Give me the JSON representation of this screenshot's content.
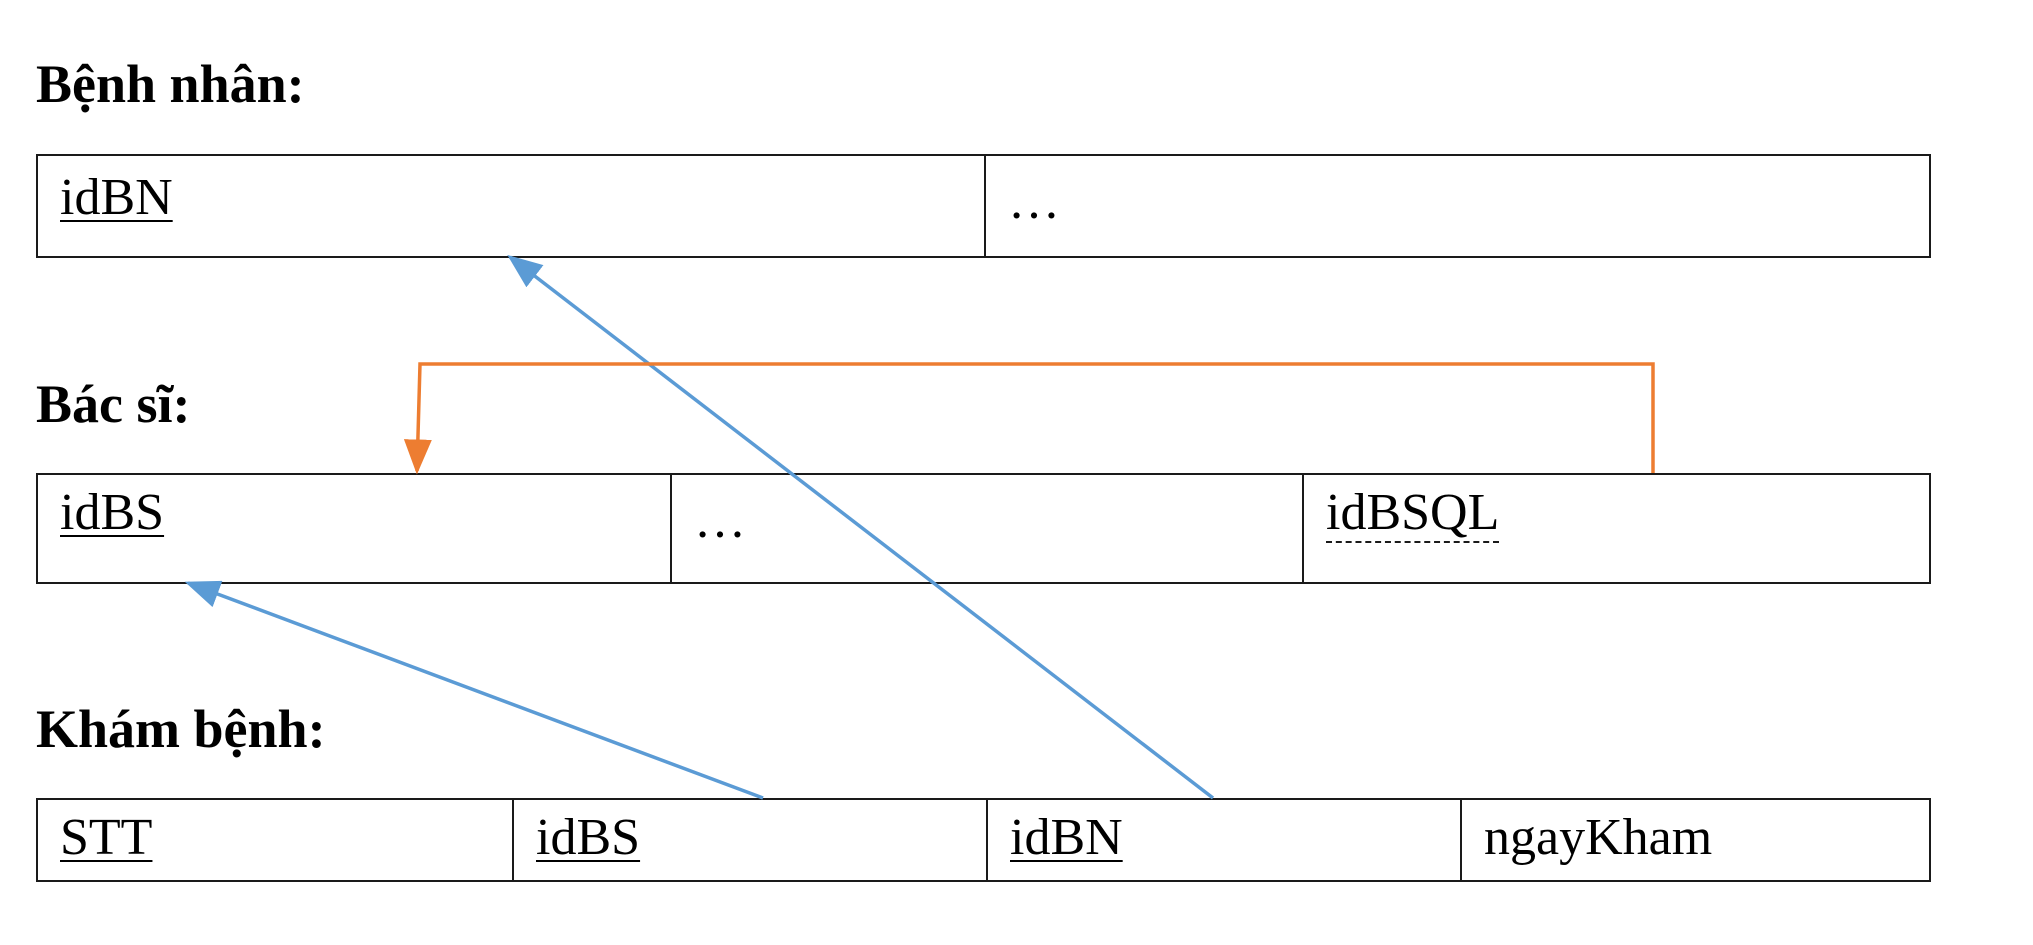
{
  "entities": {
    "benh_nhan": {
      "title": "Bệnh nhân:",
      "cols": [
        {
          "label": "idBN",
          "key": "pk"
        },
        {
          "label": "…",
          "key": "none"
        }
      ]
    },
    "bac_si": {
      "title": "Bác sĩ:",
      "cols": [
        {
          "label": "idBS",
          "key": "pk"
        },
        {
          "label": "…",
          "key": "none"
        },
        {
          "label": "idBSQL",
          "key": "fk"
        }
      ]
    },
    "kham_benh": {
      "title": "Khám bệnh:",
      "cols": [
        {
          "label": "STT",
          "key": "pk"
        },
        {
          "label": "idBS",
          "key": "pk"
        },
        {
          "label": "idBN",
          "key": "pk"
        },
        {
          "label": "ngayKham",
          "key": "none"
        }
      ]
    }
  },
  "relations": [
    {
      "from": "kham_benh.idBS",
      "to": "bac_si.idBS",
      "color": "#5b9bd5"
    },
    {
      "from": "kham_benh.idBN",
      "to": "benh_nhan.idBN",
      "color": "#5b9bd5"
    },
    {
      "from": "bac_si.idBSQL",
      "to": "bac_si.idBS",
      "color": "#ed7d31"
    }
  ]
}
